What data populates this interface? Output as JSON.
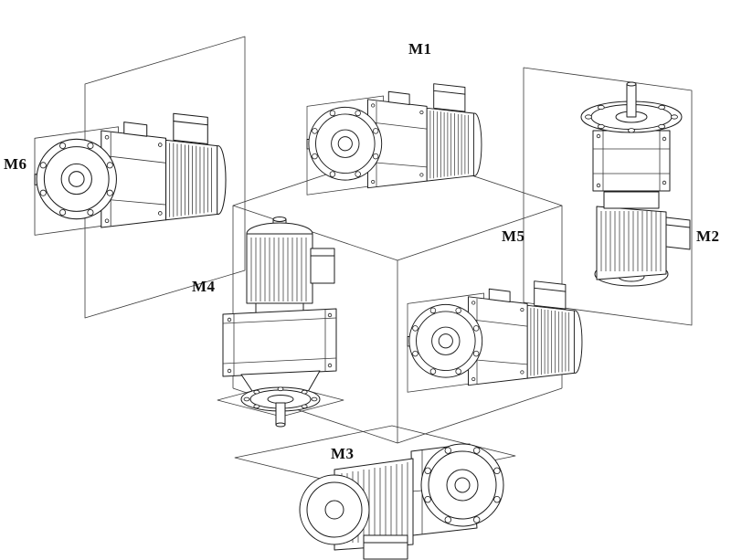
{
  "diagram": {
    "labels": {
      "m1": "M1",
      "m2": "M2",
      "m3": "M3",
      "m4": "M4",
      "m5": "M5",
      "m6": "M6"
    },
    "line_color": "#1b1b1b",
    "background_color": "#ffffff"
  }
}
